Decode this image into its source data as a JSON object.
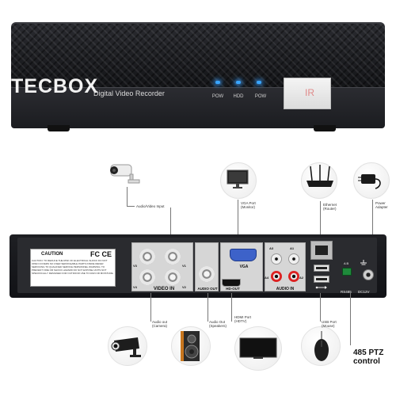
{
  "front": {
    "brand": "TECBOX",
    "subtitle": "Digital Video Recorder",
    "leds": [
      "POW",
      "HDD",
      "POW"
    ],
    "ir_label": "IR"
  },
  "peripherals_top": {
    "camera_label": "Audio/Video Input",
    "vga_label": "VGA Port\n(Monitor)",
    "ethernet_label": "Ethernet\n(Router)",
    "power_label": "Power\nAdapter"
  },
  "rear": {
    "caution_title": "CAUTION",
    "fc_mark": "FC CE",
    "caution_text": "CAUTION: TO REDUCE THE RISK OF ELECTRICAL SHOCK DO NOT OPEN COVERS NO USER SERVICEABLE PARTS INSIDE REFER SERVICING TO QUALIFIED SERVICE PERSONNEL WARNING: TO PREVENT FIRE OR SHOCK HAZARD DO NOT EXPOSE UNITS NOT SPECIFICALLY DESIGNED FOR OUTDOOR USE TO RAIN OR MOISTURE.",
    "video_in_label": "VIDEO IN",
    "bnc_labels": [
      "V3",
      "V1",
      "V4",
      "V2"
    ],
    "audio_out_label": "AUDIO OUT",
    "vga_label": "VGA",
    "hdout_label": "HD-OUT",
    "audio_in_label": "AUDIO IN",
    "audio_in_ports": [
      "A3",
      "A1",
      "A4",
      "A2"
    ],
    "rs485_label": "RS485",
    "dc_label": "DC12V",
    "ab_label": "A  B"
  },
  "peripherals_bottom": {
    "camera_label": "Audio out\n(Camera)",
    "speaker_label": "Audio Out\n(Speakers)",
    "hdmi_label": "HDMI Port\n(HDTV)",
    "usb_label": "USB Port\n(Mouse)",
    "ptz_label": "485 PTZ\ncontrol"
  },
  "colors": {
    "led": "#39a6ff",
    "vga_port": "#3d62c9",
    "rs485_terminal": "#1f8a3b",
    "rca_red": "#dd2222"
  }
}
